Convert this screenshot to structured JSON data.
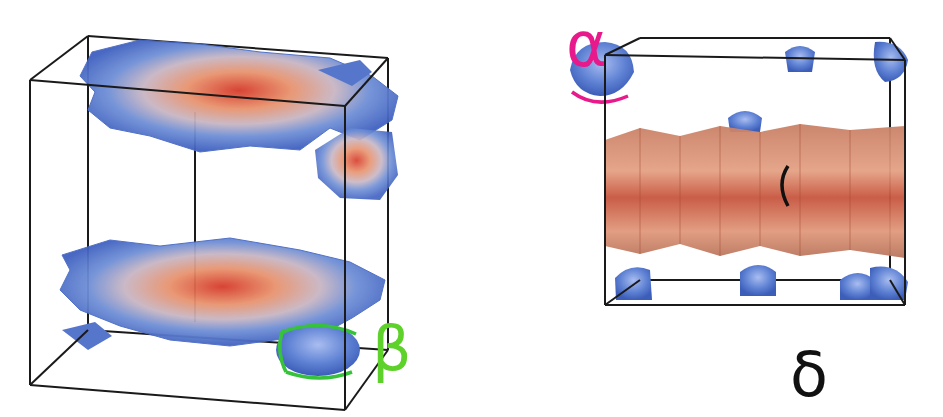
{
  "diagram": {
    "labels": [
      "α",
      "β",
      "δ"
    ]
  }
}
